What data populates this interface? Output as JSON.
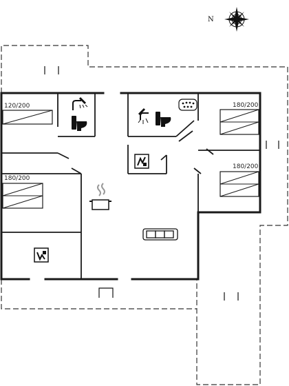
{
  "compass": {
    "north_label": "N"
  },
  "beds": [
    {
      "id": "bed-left-top",
      "label": "120/200"
    },
    {
      "id": "bed-left-bottom",
      "label": "180/200"
    },
    {
      "id": "bed-right-top",
      "label": "180/200"
    },
    {
      "id": "bed-right-bottom",
      "label": "180/200"
    }
  ],
  "icons": {
    "shower": "shower-icon",
    "toilet": "toilet-icon",
    "sink": "sink-icon",
    "washer": "washing-machine-icon",
    "pot": "cooking-pot-icon",
    "sofa": "sofa-icon",
    "compass": "compass-rose-icon"
  },
  "colors": {
    "wall": "#1a1a1a",
    "dashed": "#333333",
    "background": "#ffffff"
  }
}
